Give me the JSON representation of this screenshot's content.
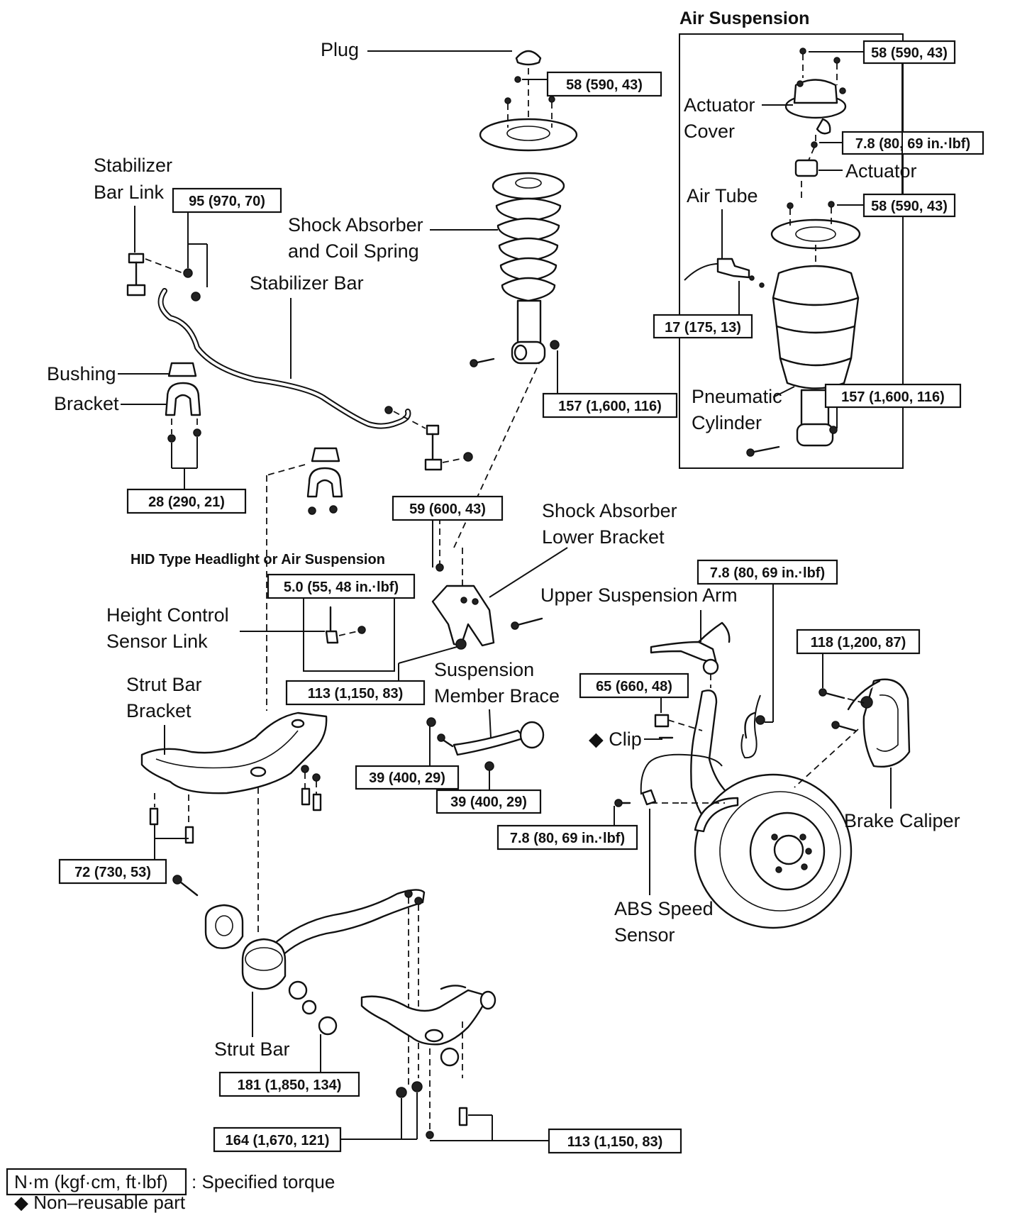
{
  "title": "Air Suspension",
  "labels": {
    "plug": "Plug",
    "shock_l1": "Shock Absorber",
    "shock_l2": "and Coil Spring",
    "stab_link_l1": "Stabilizer",
    "stab_link_l2": "Bar Link",
    "stab_bar": "Stabilizer Bar",
    "bushing": "Bushing",
    "bracket": "Bracket",
    "hid": "HID Type Headlight or Air Suspension",
    "height_l1": "Height Control",
    "height_l2": "Sensor Link",
    "shock_lower_l1": "Shock Absorber",
    "shock_lower_l2": "Lower Bracket",
    "upper_arm": "Upper Suspension Arm",
    "smb_l1": "Suspension",
    "smb_l2": "Member Brace",
    "strut_bracket_l1": "Strut Bar",
    "strut_bracket_l2": "Bracket",
    "clip": "◆ Clip",
    "brake_caliper": "Brake Caliper",
    "abs_l1": "ABS Speed",
    "abs_l2": "Sensor",
    "strut_bar": "Strut Bar",
    "actuator_cover_l1": "Actuator",
    "actuator_cover_l2": "Cover",
    "actuator": "Actuator",
    "air_tube": "Air Tube",
    "pneu_l1": "Pneumatic",
    "pneu_l2": "Cylinder"
  },
  "torques": {
    "t_58_top": "58 (590, 43)",
    "t_95": "95 (970, 70)",
    "t_157_main": "157 (1,600, 116)",
    "t_28": "28 (290, 21)",
    "t_59": "59 (600, 43)",
    "t_5_0": "5.0 (55, 48 in.·lbf)",
    "t_113_upper": "113 (1,150, 83)",
    "t_39_a": "39 (400, 29)",
    "t_39_b": "39 (400, 29)",
    "t_7_8_top": "7.8 (80, 69 in.·lbf)",
    "t_118": "118 (1,200, 87)",
    "t_65": "65 (660, 48)",
    "t_7_8_abs": "7.8 (80, 69 in.·lbf)",
    "t_72": "72 (730, 53)",
    "t_181": "181 (1,850, 134)",
    "t_164": "164 (1,670, 121)",
    "t_113_lower": "113 (1,150, 83)",
    "air_58_a": "58 (590, 43)",
    "air_7_8": "7.8 (80, 69 in.·lbf)",
    "air_58_b": "58 (590, 43)",
    "air_17": "17 (175, 13)",
    "air_157": "157 (1,600, 116)"
  },
  "legend": {
    "unit_box": "N·m (kgf·cm, ft·lbf)",
    "unit_desc": ": Specified torque",
    "nonreusable": "◆ Non–reusable part"
  }
}
